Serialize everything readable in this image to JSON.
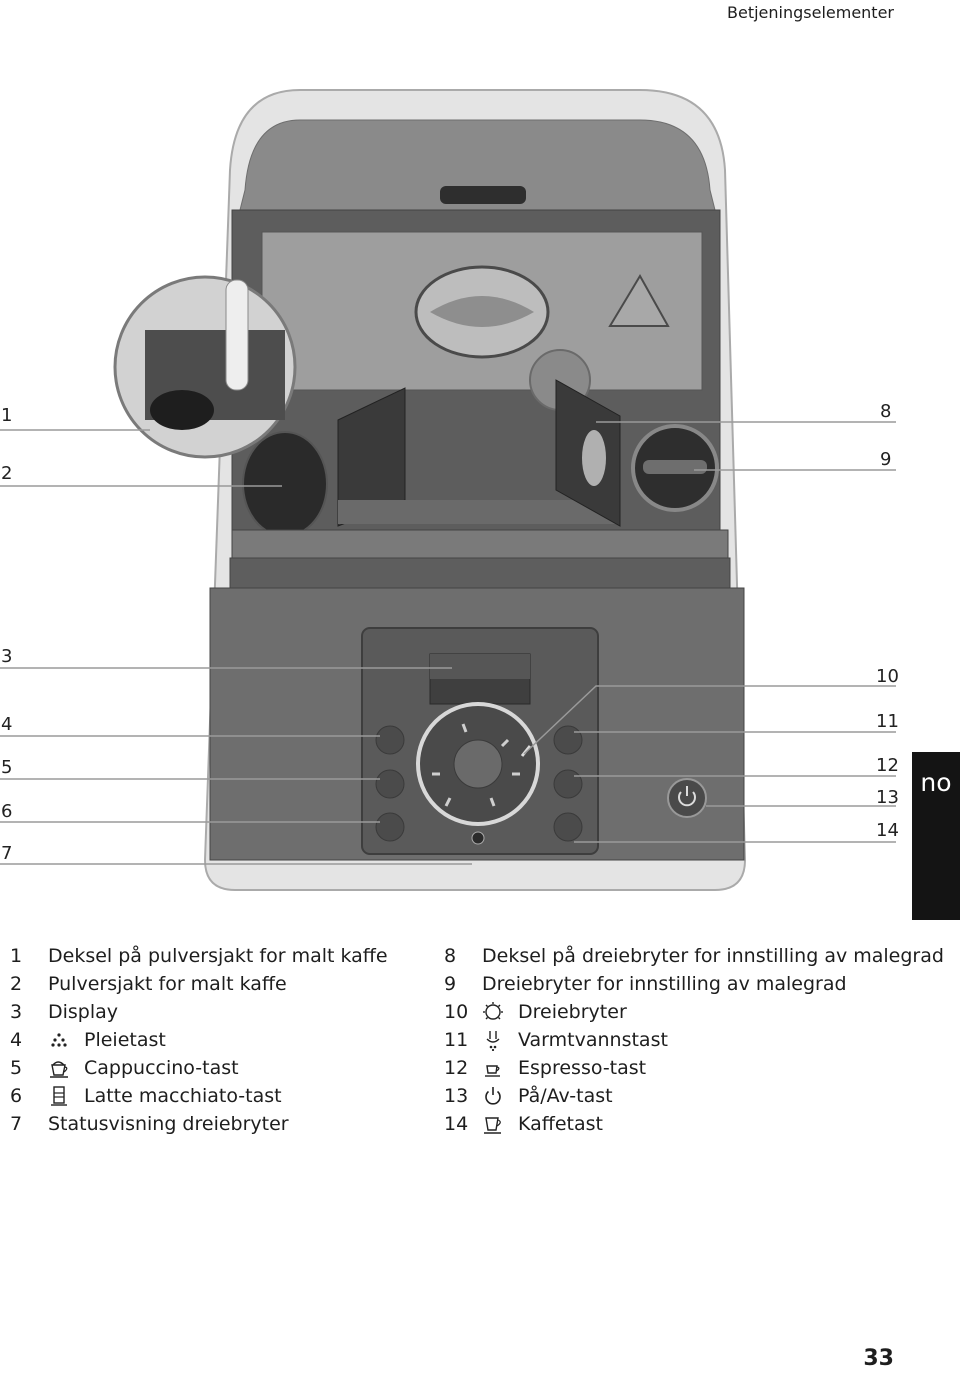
{
  "header": {
    "title": "Betjeningselementer"
  },
  "language_tab": "no",
  "callouts": {
    "left": [
      "1",
      "2",
      "3",
      "4",
      "5",
      "6",
      "7"
    ],
    "right": [
      "8",
      "9",
      "10",
      "11",
      "12",
      "13",
      "14"
    ]
  },
  "legend": {
    "left": [
      {
        "num": "1",
        "icon": "",
        "label": "Deksel på pulversjakt for malt kaffe"
      },
      {
        "num": "2",
        "icon": "",
        "label": "Pulversjakt for malt kaffe"
      },
      {
        "num": "3",
        "icon": "",
        "label": "Display"
      },
      {
        "num": "4",
        "icon": "care-icon",
        "label": "Pleietast"
      },
      {
        "num": "5",
        "icon": "cappuccino-icon",
        "label": "Cappuccino-tast"
      },
      {
        "num": "6",
        "icon": "latte-macchiato-icon",
        "label": "Latte macchiato-tast"
      },
      {
        "num": "7",
        "icon": "",
        "label": "Statusvisning dreiebryter"
      }
    ],
    "right": [
      {
        "num": "8",
        "icon": "",
        "label": "Deksel på dreiebryter for innstilling av malegrad"
      },
      {
        "num": "9",
        "icon": "",
        "label": "Dreiebryter for innstilling av malegrad"
      },
      {
        "num": "10",
        "icon": "rotary-switch-icon",
        "label": "Dreiebryter"
      },
      {
        "num": "11",
        "icon": "hot-water-icon",
        "label": "Varmtvannstast"
      },
      {
        "num": "12",
        "icon": "espresso-icon",
        "label": "Espresso-tast"
      },
      {
        "num": "13",
        "icon": "power-icon",
        "label": "På/Av-tast"
      },
      {
        "num": "14",
        "icon": "coffee-icon",
        "label": "Kaffetast"
      }
    ]
  },
  "page_number": "33"
}
